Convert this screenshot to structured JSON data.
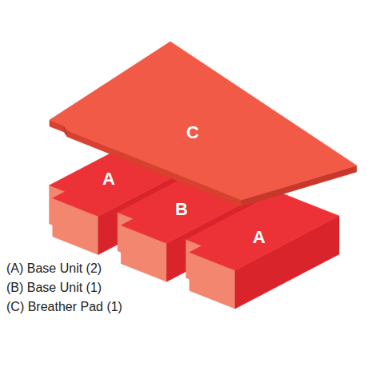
{
  "diagram": {
    "nodes": [
      {
        "text": [
          "C"
        ]
      },
      {
        "text": [
          "A"
        ]
      },
      {
        "text": [
          "B"
        ]
      },
      {
        "text": [
          "A"
        ]
      }
    ],
    "labels": [
      "(A) Base Unit (2)",
      "(B) Base Unit (1)",
      "(C) Breather Pad (1)"
    ]
  }
}
